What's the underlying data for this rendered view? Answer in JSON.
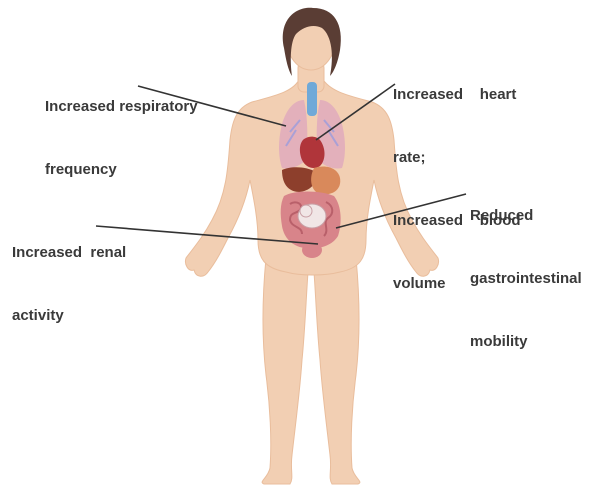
{
  "labels": {
    "respiratory": [
      "Increased respiratory",
      "frequency"
    ],
    "heart": [
      "Increased    heart",
      "rate;",
      "Increased    blood",
      "volume"
    ],
    "gi": [
      "Reduced",
      "gastrointestinal",
      "mobility"
    ],
    "renal": [
      "Increased  renal",
      "activity"
    ]
  },
  "colors": {
    "skin": "#f2cfb3",
    "skin_shade": "#e9bd9c",
    "hair": "#5a3d34",
    "lungs": "#e3b0bb",
    "lung_vessels": "#a9a0d6",
    "trachea": "#6fa9d8",
    "heart": "#b0353a",
    "liver": "#8d3f2c",
    "stomach": "#d9895b",
    "intestine": "#d8848a",
    "fetus": "#f1e6e6",
    "leader_line": "#333333",
    "text": "#3a3a3a"
  }
}
